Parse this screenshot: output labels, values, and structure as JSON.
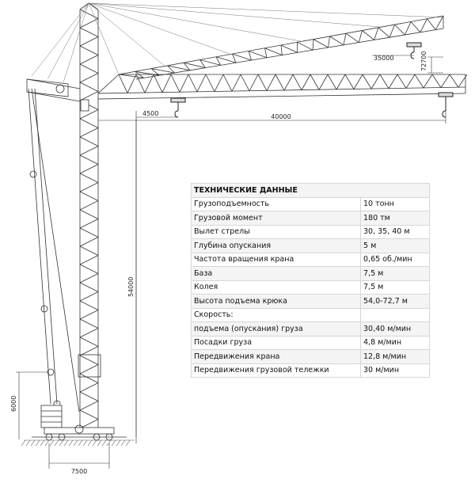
{
  "dimensions": {
    "jib_length": "40000",
    "counter_jib": "4500",
    "upper_jib": "35000",
    "jib_rise": "72700",
    "tower_height": "54000",
    "base_height": "6000",
    "track_gauge": "7500"
  },
  "spec": {
    "title": "ТЕХНИЧЕСКИЕ ДАННЫЕ",
    "rows": [
      {
        "label": "Грузоподъемность",
        "value": "10 тонн"
      },
      {
        "label": "Грузовой момент",
        "value": "180 тм"
      },
      {
        "label": "Вылет стрелы",
        "value": "30, 35, 40 м"
      },
      {
        "label": "Глубина опускания",
        "value": "5 м"
      },
      {
        "label": "Частота вращения крана",
        "value": "0,65 об./мин"
      },
      {
        "label": "База",
        "value": "7,5 м"
      },
      {
        "label": "Колея",
        "value": "7,5 м"
      },
      {
        "label": "Высота подъема крюка",
        "value": "54,0-72,7 м"
      },
      {
        "label": "Скорость:",
        "value": ""
      },
      {
        "label": "подъема (опускания) груза",
        "value": "30,40 м/мин"
      },
      {
        "label": "Посадки груза",
        "value": "4,8 м/мин"
      },
      {
        "label": "Передвижения крана",
        "value": "12,8 м/мин"
      },
      {
        "label": "Передвижения грузовой тележки",
        "value": "30 м/мин"
      }
    ]
  }
}
